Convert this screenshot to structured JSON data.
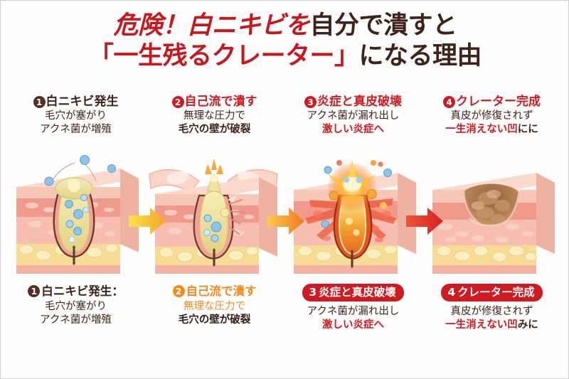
{
  "title": {
    "line1_red": "危険！白ニキビを",
    "line1_dark": "自分で潰すと",
    "line2_red": "「一生残るクレーター」",
    "line2_dark": "になる理由"
  },
  "accent_colors": {
    "red": "#cf1a21",
    "dark_brown": "#3f2218",
    "orange": "#ef8b21",
    "yellow_arrow": "#f5c433",
    "skin_pink": "#f6c7bb",
    "dermis_pink": "#f3aea1",
    "fat_yellow": "#f6dd93",
    "sebum_yellow": "#ede09a"
  },
  "panels": [
    {
      "number": "1",
      "badge_color": "dark",
      "title": "白ニキビ発生",
      "title_color": "dark",
      "sub1": "毛穴が塞がり",
      "sub1_color": "dark",
      "sub2": "アクネ菌が増殖",
      "sub2_color": "dark",
      "sub2_bold": false,
      "illustration": "pore-with-sebum-and-bacteria"
    },
    {
      "number": "2",
      "badge_color": "red",
      "title": "自己流で潰す",
      "title_color": "red",
      "sub1": "無理な圧力で",
      "sub1_color": "dark",
      "sub2": "毛穴の壁が破裂",
      "sub2_color": "dark",
      "sub2_bold": true,
      "illustration": "fingers-squeezing-pore"
    },
    {
      "number": "3",
      "badge_color": "red",
      "title": "炎症と真皮破壊",
      "title_color": "red",
      "sub1": "アクネ菌が漏れ出し",
      "sub1_color": "dark",
      "sub2": "激しい炎症へ",
      "sub2_color": "red",
      "sub2_bold": true,
      "illustration": "inflamed-burst-pore"
    },
    {
      "number": "4",
      "badge_color": "red",
      "title": "クレーター完成",
      "title_color": "red",
      "sub1": "真皮が修復されず",
      "sub1_color": "dark",
      "sub2_red": "一生消えない凹",
      "sub2_dark": "にに",
      "sub2_bold": true,
      "illustration": "skin-crater-scar"
    }
  ],
  "arrows": [
    {
      "name": "arrow-1",
      "color_from": "#fbe14f",
      "color_to": "#f5a623"
    },
    {
      "name": "arrow-2",
      "color_from": "#fbc94f",
      "color_to": "#f07a22"
    },
    {
      "name": "arrow-3",
      "color_from": "#ef5535",
      "color_to": "#d61f25"
    }
  ],
  "captions": [
    {
      "number": "1",
      "style": "badge",
      "badge_color": "dark",
      "title": "白ニキビ発生：",
      "title_color": "dark",
      "sub1": "毛穴が塞がり",
      "sub1_color": "dark",
      "sub2": "アクネ菌が増殖",
      "sub2_color": "dark",
      "sub2_bold": false
    },
    {
      "number": "2",
      "style": "badge",
      "badge_color": "orange",
      "title": "自己流で潰す",
      "title_color": "orange",
      "sub1": "無理な圧力で",
      "sub1_color": "orange",
      "sub2": "毛穴の壁が破裂",
      "sub2_color": "dark",
      "sub2_bold": true
    },
    {
      "number": "3",
      "style": "pill",
      "title": "炎症と真皮破壊",
      "sub1": "アクネ菌が漏れ出し",
      "sub1_color": "dark",
      "sub2": "激しい炎症へ",
      "sub2_color": "red",
      "sub2_bold": true
    },
    {
      "number": "4",
      "style": "pill",
      "title": "クレーター完成",
      "sub1": "真皮が修復されず",
      "sub1_color": "dark",
      "sub2_red": "一生消えない凹",
      "sub2_dark": "みに",
      "sub2_bold": true
    }
  ]
}
